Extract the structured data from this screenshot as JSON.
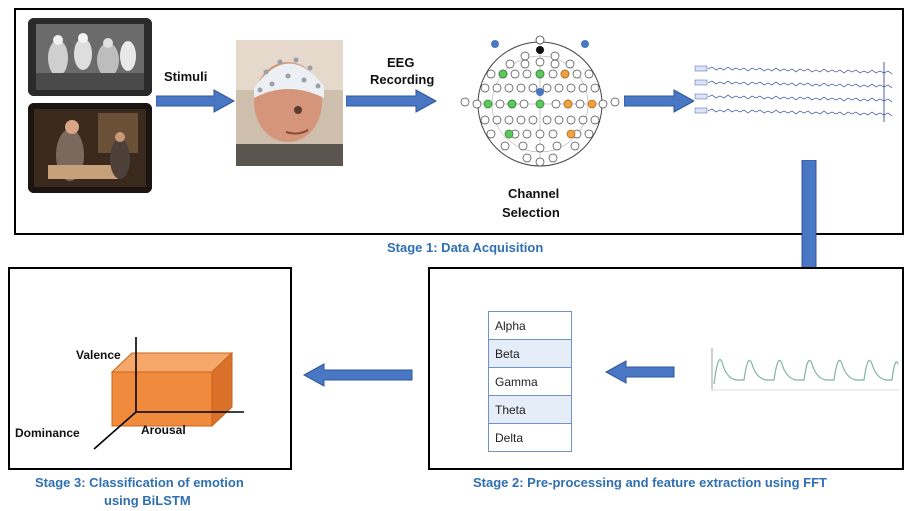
{
  "stage1": {
    "caption": "Stage 1: Data Acquisition",
    "stimuli_label": "Stimuli",
    "eeg_label_line1": "EEG",
    "eeg_label_line2": "Recording",
    "channel_label_line1": "Channel",
    "channel_label_line2": "Selection"
  },
  "stage2": {
    "caption": "Stage 2: Pre-processing and feature extraction using FFT",
    "bands": [
      "Alpha",
      "Beta",
      "Gamma",
      "Theta",
      "Delta"
    ]
  },
  "stage3": {
    "caption_line1": "Stage 3: Classification of emotion",
    "caption_line2": "using BiLSTM",
    "valence_label": "Valence",
    "dominance_label": "Dominance",
    "arousal_label": "Arousal"
  },
  "colors": {
    "arrow_blue": "#4a77c4",
    "caption_blue": "#2f6fb3",
    "cuboid_orange": "#f08a3c",
    "selected_green": "#5dc65d",
    "selected_orange": "#f0a040"
  }
}
